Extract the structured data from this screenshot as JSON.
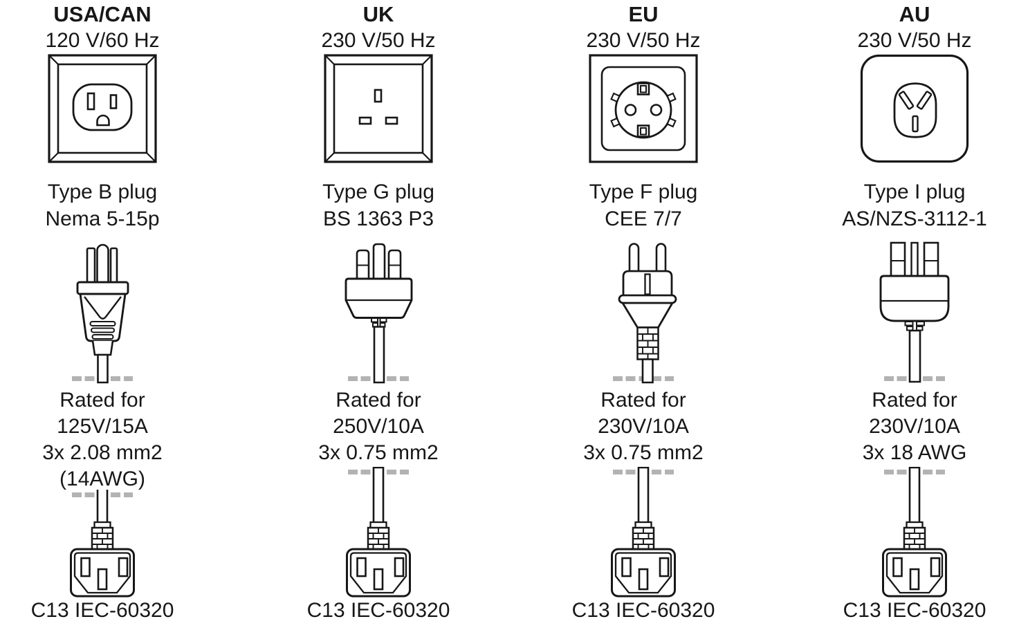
{
  "page": {
    "background": "#ffffff",
    "line_color": "#171717",
    "dash_color": "#b3b3b3"
  },
  "columns": [
    {
      "region": "USA/CAN",
      "power": "120 V/60 Hz",
      "socket_standard": "type-b-socket",
      "plug_type": [
        "Type B plug",
        "Nema 5-15p"
      ],
      "rated": [
        "Rated for",
        "125V/15A",
        "3x 2.08 mm2",
        "(14AWG)"
      ],
      "connector": "C13 IEC-60320"
    },
    {
      "region": "UK",
      "power": "230 V/50 Hz",
      "socket_standard": "type-g-socket",
      "plug_type": [
        "Type G plug",
        "BS 1363 P3"
      ],
      "rated": [
        "Rated for",
        "250V/10A",
        "3x 0.75 mm2"
      ],
      "connector": "C13 IEC-60320"
    },
    {
      "region": "EU",
      "power": "230 V/50 Hz",
      "socket_standard": "type-f-socket",
      "plug_type": [
        "Type F plug",
        "CEE 7/7"
      ],
      "rated": [
        "Rated for",
        "230V/10A",
        "3x 0.75 mm2"
      ],
      "connector": "C13 IEC-60320"
    },
    {
      "region": "AU",
      "power": "230 V/50 Hz",
      "socket_standard": "type-i-socket",
      "plug_type": [
        "Type I plug",
        "AS/NZS-3112-1"
      ],
      "rated": [
        "Rated for",
        "230V/10A",
        "3x 18 AWG"
      ],
      "connector": "C13 IEC-60320"
    }
  ]
}
